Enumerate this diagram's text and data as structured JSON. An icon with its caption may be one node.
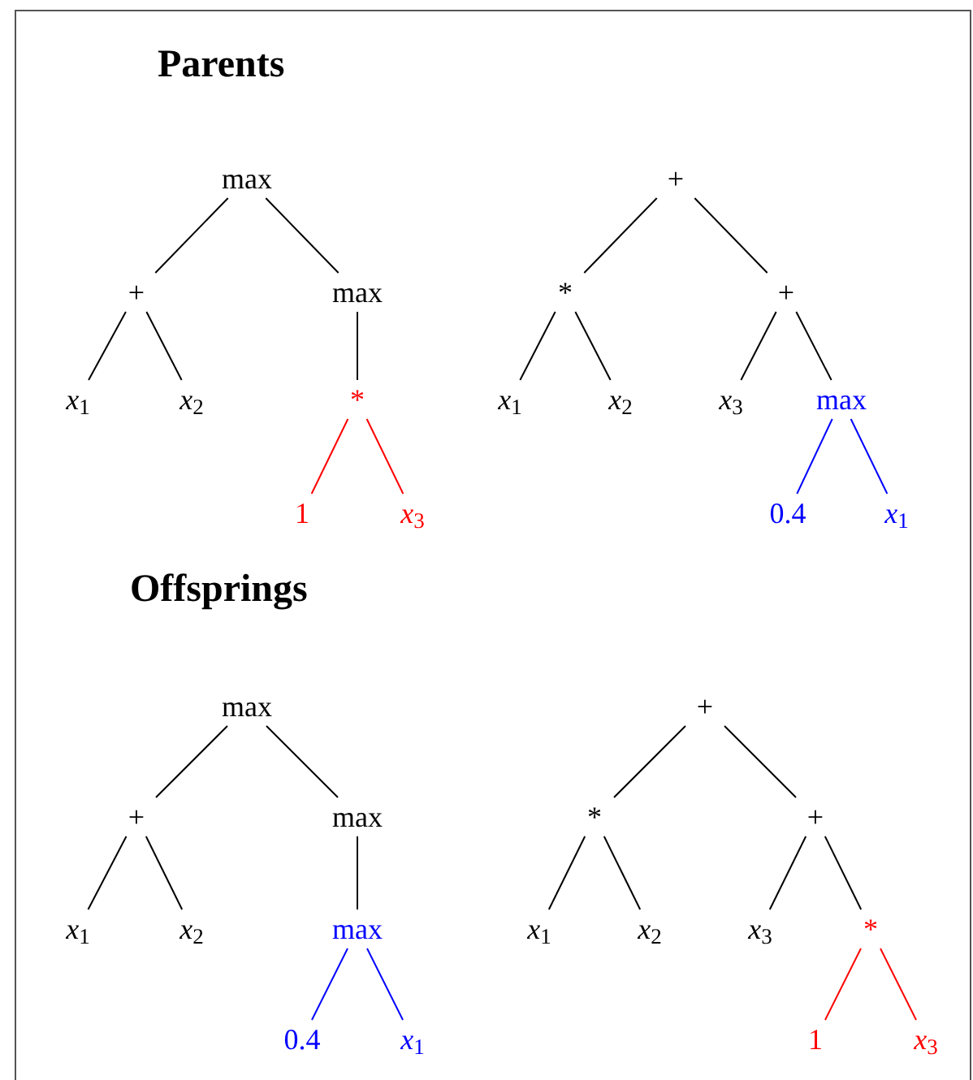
{
  "diagram": {
    "nodes": [
      {
        "text": [
          "max"
        ]
      },
      {
        "text": [
          "+"
        ]
      },
      {
        "text": [
          "max"
        ]
      },
      {
        "text": [
          "*x*$_{1}$"
        ]
      },
      {
        "text": [
          "*x*$_{2}$"
        ]
      },
      {
        "text": [
          "*"
        ]
      },
      {
        "text": [
          "1"
        ]
      },
      {
        "text": [
          "*x*$_{3}$"
        ]
      },
      {
        "text": [
          "+"
        ]
      },
      {
        "text": [
          "*"
        ]
      },
      {
        "text": [
          "+"
        ]
      },
      {
        "text": [
          "*x*$_{1}$"
        ]
      },
      {
        "text": [
          "*x*$_{2}$"
        ]
      },
      {
        "text": [
          "*x*$_{3}$"
        ]
      },
      {
        "text": [
          "max"
        ]
      },
      {
        "text": [
          "0.4"
        ]
      },
      {
        "text": [
          "*x*$_{1}$"
        ]
      },
      {
        "text": [
          "max"
        ]
      },
      {
        "text": [
          "+"
        ]
      },
      {
        "text": [
          "max"
        ]
      },
      {
        "text": [
          "*x*$_{1}$"
        ]
      },
      {
        "text": [
          "*x*$_{2}$"
        ]
      },
      {
        "text": [
          "max"
        ]
      },
      {
        "text": [
          "0.4"
        ]
      },
      {
        "text": [
          "*x*$_{1}$"
        ]
      },
      {
        "text": [
          "+"
        ]
      },
      {
        "text": [
          "*"
        ]
      },
      {
        "text": [
          "+"
        ]
      },
      {
        "text": [
          "*x*$_{1}$"
        ]
      },
      {
        "text": [
          "*x*$_{2}$"
        ]
      },
      {
        "text": [
          "*x*$_{3}$"
        ]
      },
      {
        "text": [
          "*"
        ]
      },
      {
        "text": [
          "1"
        ]
      },
      {
        "text": [
          "*x*$_{3}$"
        ]
      }
    ],
    "edges": [
      {
        "from": 0,
        "to": 1,
        "arrow": "none"
      },
      {
        "from": 0,
        "to": 2,
        "arrow": "none"
      },
      {
        "from": 1,
        "to": 3,
        "arrow": "none"
      },
      {
        "from": 1,
        "to": 4,
        "arrow": "none"
      },
      {
        "from": 2,
        "to": 5,
        "arrow": "none"
      },
      {
        "from": 5,
        "to": 6,
        "arrow": "none",
        "color": "#ff0000"
      },
      {
        "from": 5,
        "to": 7,
        "arrow": "none",
        "color": "#ff0000"
      },
      {
        "from": 8,
        "to": 9,
        "arrow": "none"
      },
      {
        "from": 8,
        "to": 10,
        "arrow": "none"
      },
      {
        "from": 9,
        "to": 11,
        "arrow": "none"
      },
      {
        "from": 9,
        "to": 12,
        "arrow": "none"
      },
      {
        "from": 10,
        "to": 13,
        "arrow": "none"
      },
      {
        "from": 10,
        "to": 14,
        "arrow": "none"
      },
      {
        "from": 14,
        "to": 15,
        "arrow": "none",
        "color": "#0000ff"
      },
      {
        "from": 14,
        "to": 16,
        "arrow": "none",
        "color": "#0000ff"
      },
      {
        "from": 17,
        "to": 18,
        "arrow": "none"
      },
      {
        "from": 17,
        "to": 19,
        "arrow": "none"
      },
      {
        "from": 18,
        "to": 20,
        "arrow": "none"
      },
      {
        "from": 18,
        "to": 21,
        "arrow": "none"
      },
      {
        "from": 19,
        "to": 22,
        "arrow": "none"
      },
      {
        "from": 22,
        "to": 23,
        "arrow": "none",
        "color": "#0000ff"
      },
      {
        "from": 22,
        "to": 24,
        "arrow": "none",
        "color": "#0000ff"
      },
      {
        "from": 25,
        "to": 26,
        "arrow": "none"
      },
      {
        "from": 25,
        "to": 27,
        "arrow": "none"
      },
      {
        "from": 26,
        "to": 28,
        "arrow": "none"
      },
      {
        "from": 26,
        "to": 29,
        "arrow": "none"
      },
      {
        "from": 27,
        "to": 30,
        "arrow": "none"
      },
      {
        "from": 27,
        "to": 31,
        "arrow": "none"
      },
      {
        "from": 31,
        "to": 32,
        "arrow": "none",
        "color": "#ff0000"
      },
      {
        "from": 31,
        "to": 33,
        "arrow": "none",
        "color": "#ff0000"
      }
    ],
    "labels": [
      "Parents",
      "Offsprings"
    ]
  }
}
